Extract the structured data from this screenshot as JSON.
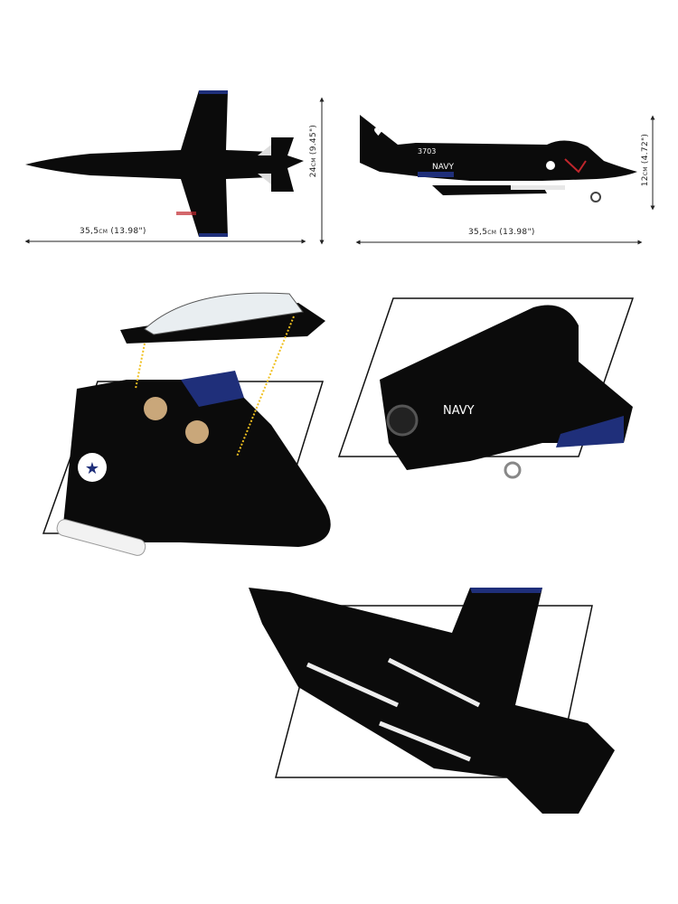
{
  "dimensions": {
    "top_view_length": "35,5cm (13.98\")",
    "top_view_width": "24cm (9.45\")",
    "side_view_length": "35,5cm (13.98\")",
    "side_view_height": "12cm (4.72\")"
  },
  "markings": {
    "tail_number": "3703",
    "fuselage_text": "NAVY",
    "detail_text": "NAVY"
  },
  "colors": {
    "aircraft": "#0b0b0b",
    "wing_tip": "#1f2f7a",
    "insignia_red": "#c0262c",
    "guide_arrow": "#f0c020"
  }
}
